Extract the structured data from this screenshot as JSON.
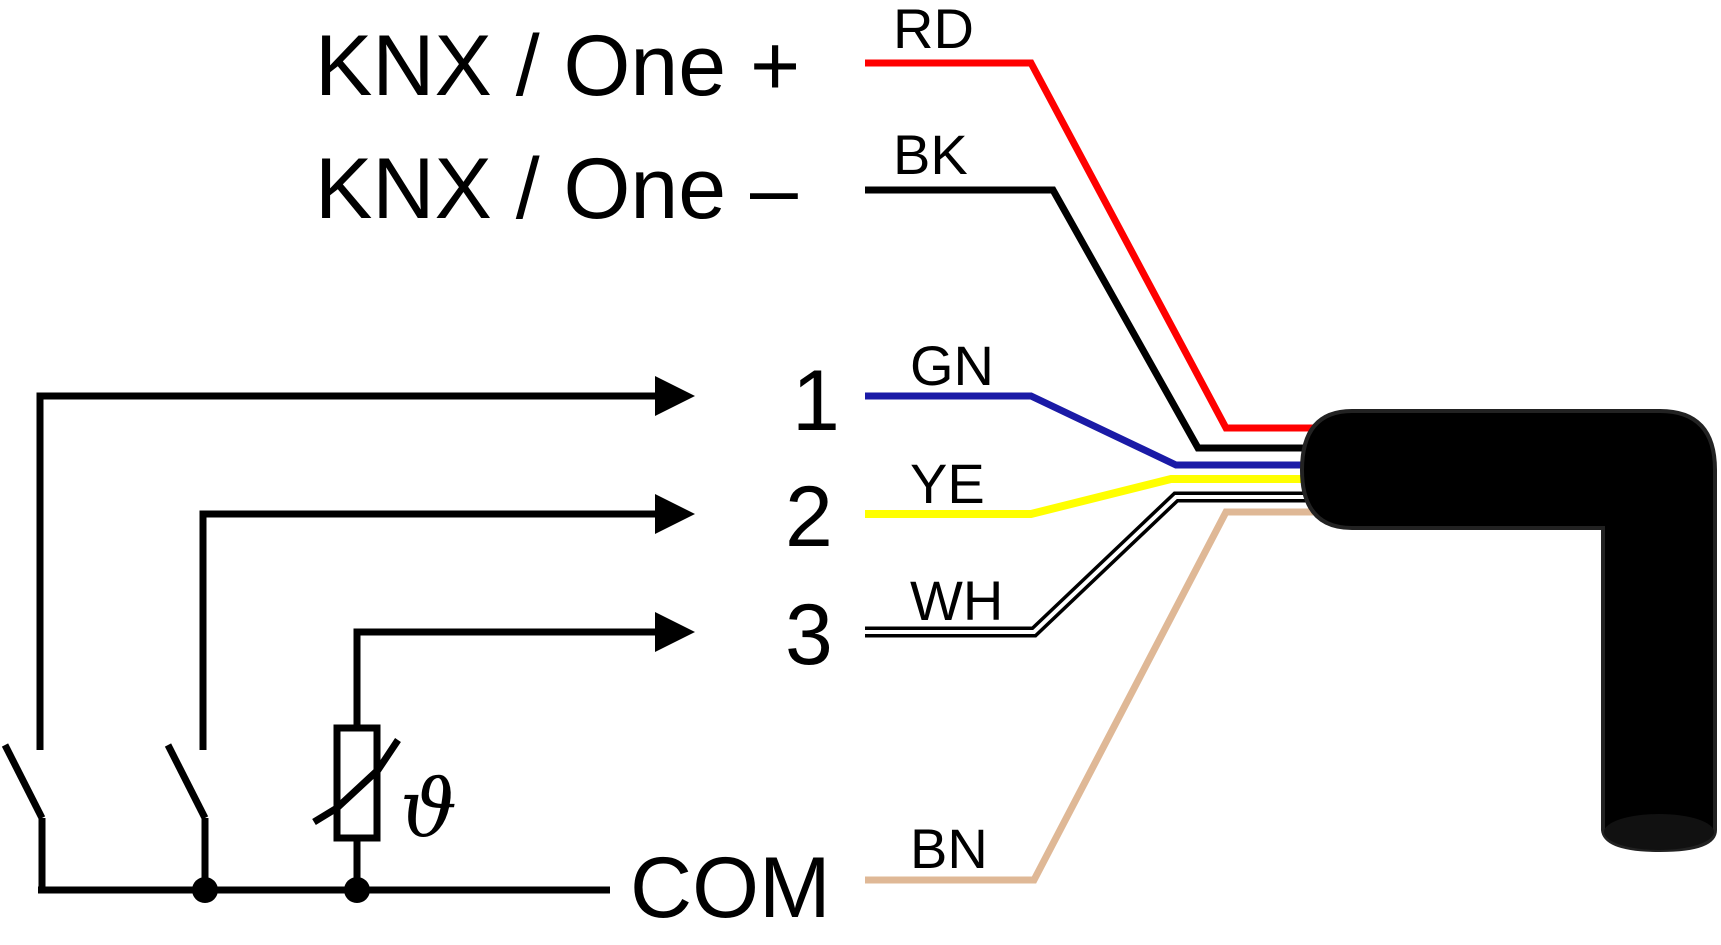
{
  "terminals": {
    "knx_plus": "KNX / One +",
    "knx_minus": "KNX / One –",
    "in1": "1",
    "in2": "2",
    "in3": "3",
    "com": "COM"
  },
  "wires": {
    "rd": {
      "code": "RD",
      "color": "#ff0000"
    },
    "bk": {
      "code": "BK",
      "color": "#000000"
    },
    "gn": {
      "code": "GN",
      "color": "#1a1aa6"
    },
    "ye": {
      "code": "YE",
      "color": "#ffff00"
    },
    "wh": {
      "code": "WH",
      "color": "#ffffff"
    },
    "bn": {
      "code": "BN",
      "color": "#dfb896"
    }
  },
  "sensor": {
    "symbol": "ϑ"
  },
  "cable_color": "#000000"
}
